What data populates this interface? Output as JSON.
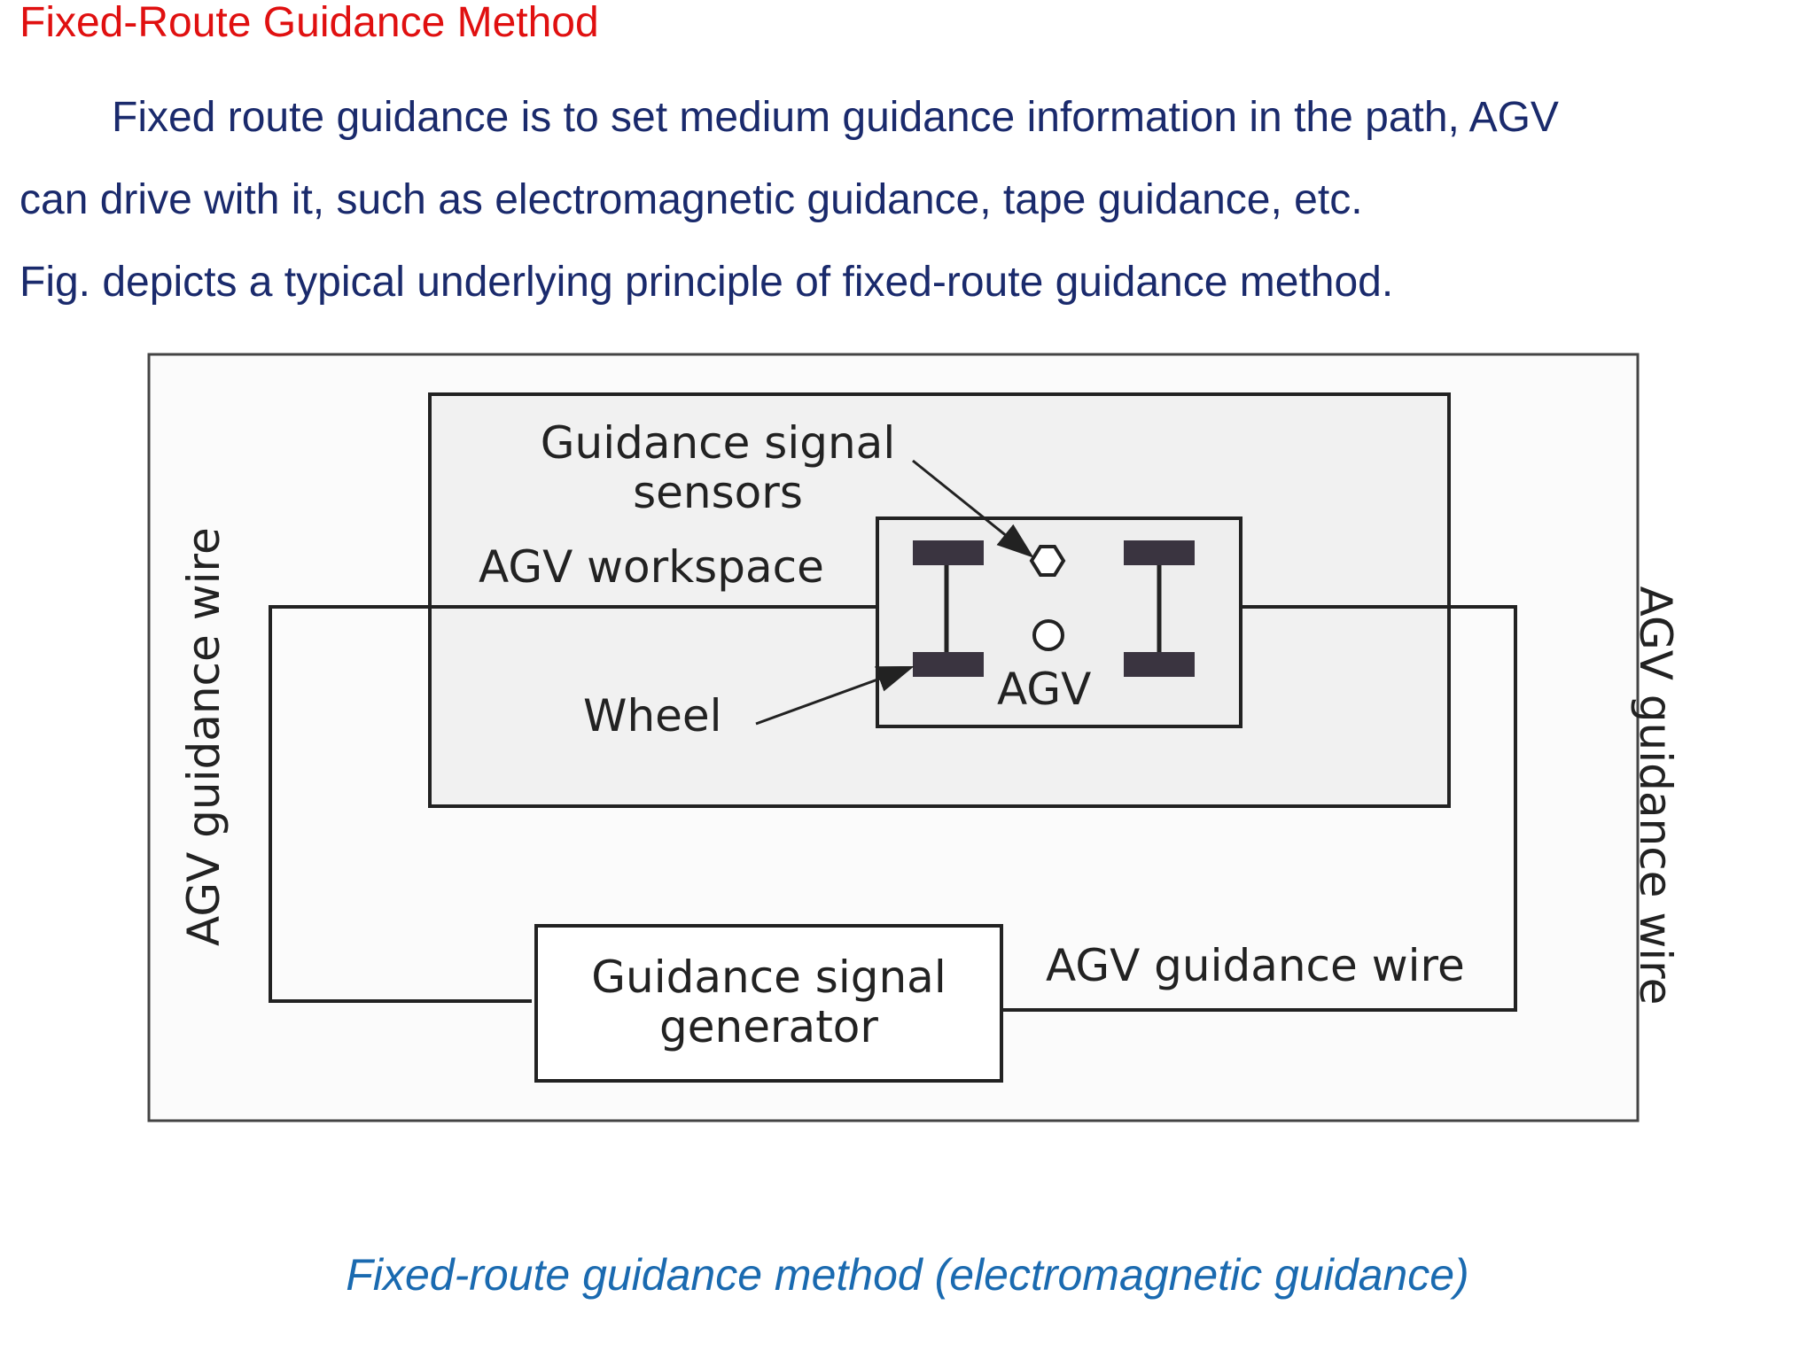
{
  "page": {
    "title": "Fixed-Route Guidance Method",
    "paragraph_lines": [
      "Fixed route guidance is to set medium guidance information in the path, AGV",
      "can drive with it, such as electromagnetic guidance, tape guidance, etc.",
      "Fig. depicts a typical underlying principle of fixed-route guidance method."
    ],
    "caption": "Fixed-route guidance method (electromagnetic guidance)"
  },
  "diagram": {
    "sensor_label_line1": "Guidance signal",
    "sensor_label_line2": "sensors",
    "workspace_label": "AGV workspace",
    "wheel_label": "Wheel",
    "agv_label": "AGV",
    "left_wire_label": "AGV guidance wire",
    "right_wire_label": "AGV guidance wire",
    "bottom_wire_label": "AGV guidance wire",
    "generator_label_line1": "Guidance signal",
    "generator_label_line2": "generator"
  },
  "colors": {
    "title": "#e01010",
    "body_text": "#1a2a6c",
    "caption": "#1a6ab0",
    "line": "#222222",
    "wheel": "#3a3440"
  }
}
